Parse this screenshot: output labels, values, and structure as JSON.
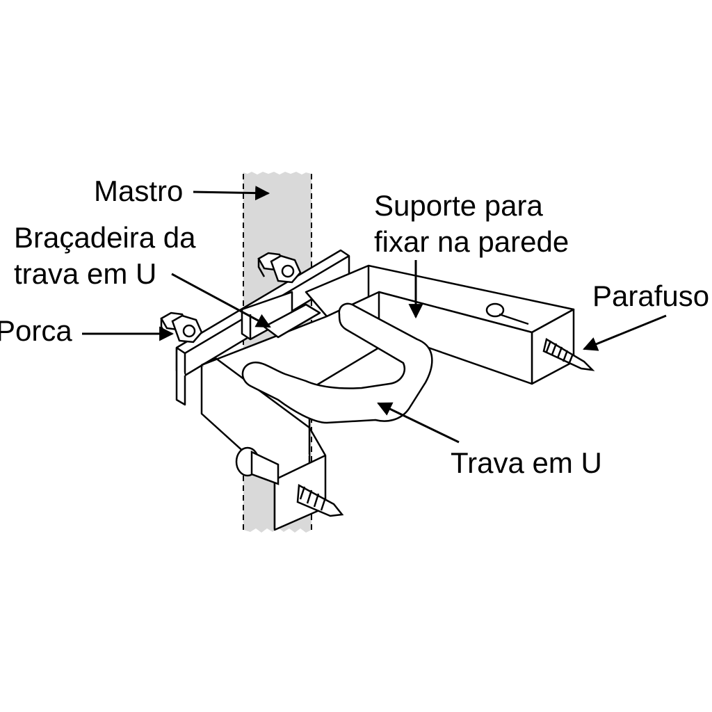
{
  "labels": {
    "mastro": "Mastro",
    "bracadeira_line1": "Braçadeira da",
    "bracadeira_line2": "trava em U",
    "porca": "Porca",
    "suporte_line1": "Suporte para",
    "suporte_line2": "fixar na parede",
    "parafuso": "Parafuso",
    "trava": "Trava em U"
  },
  "colors": {
    "mast_fill": "#d9d9d9",
    "line": "#000000",
    "background": "#ffffff"
  }
}
